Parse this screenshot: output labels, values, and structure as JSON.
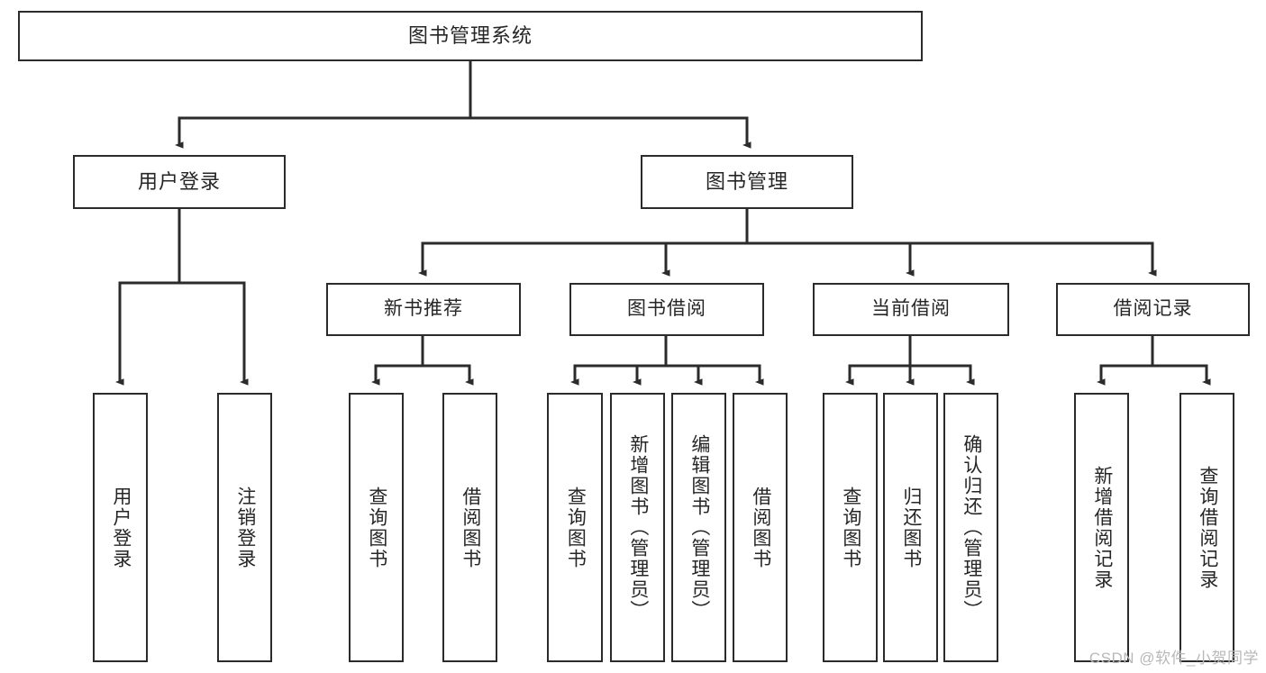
{
  "diagram": {
    "title": "图书管理系统",
    "watermark": "CSDN @软件_小贺同学",
    "colors": {
      "stroke": "#2b2b2b",
      "fill": "#ffffff",
      "text": "#262626",
      "watermark": "#b8b8b8"
    },
    "nodes": {
      "root": {
        "label": "图书管理系统"
      },
      "level2": [
        {
          "label": "用户登录"
        },
        {
          "label": "图书管理"
        }
      ],
      "level3": [
        {
          "label": "新书推荐"
        },
        {
          "label": "图书借阅"
        },
        {
          "label": "当前借阅"
        },
        {
          "label": "借阅记录"
        }
      ],
      "leaves": {
        "user_login": [
          {
            "label": "用户登录"
          },
          {
            "label": "注销登录"
          }
        ],
        "new_book": [
          {
            "label": "查询图书"
          },
          {
            "label": "借阅图书"
          }
        ],
        "book_borrow": [
          {
            "label": "查询图书"
          },
          {
            "label": "新增图书（管理员）"
          },
          {
            "label": "编辑图书（管理员）"
          },
          {
            "label": "借阅图书"
          }
        ],
        "current_borrow": [
          {
            "label": "查询图书"
          },
          {
            "label": "归还图书"
          },
          {
            "label": "确认归还（管理员）"
          }
        ],
        "borrow_record": [
          {
            "label": "新增借阅记录"
          },
          {
            "label": "查询借阅记录"
          }
        ]
      }
    }
  }
}
